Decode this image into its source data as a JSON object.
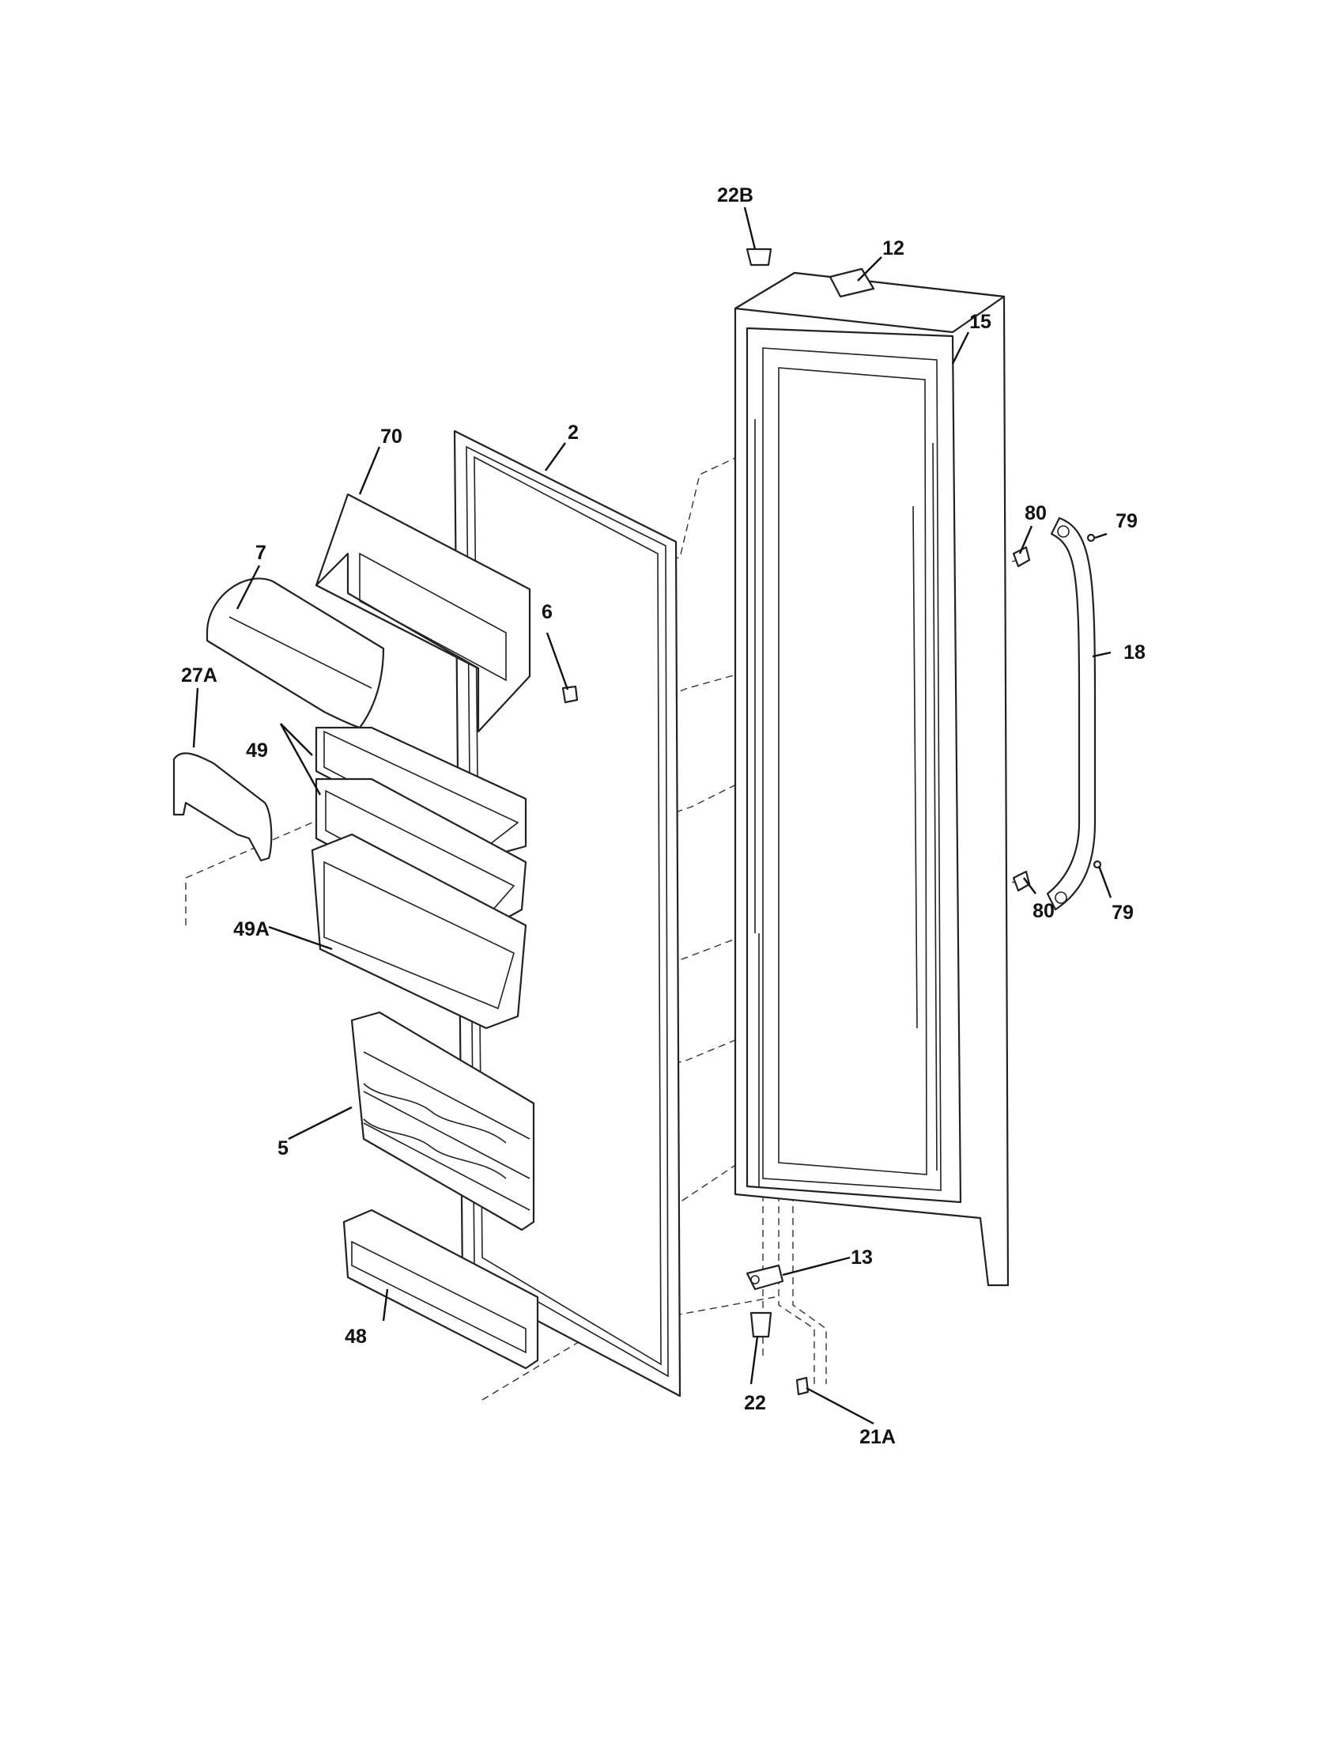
{
  "callouts": [
    {
      "id": "label-22b",
      "text": "22B"
    },
    {
      "id": "label-12",
      "text": "12"
    },
    {
      "id": "label-15",
      "text": "15"
    },
    {
      "id": "label-70",
      "text": "70"
    },
    {
      "id": "label-2",
      "text": "2"
    },
    {
      "id": "label-80-top",
      "text": "80"
    },
    {
      "id": "label-79-top",
      "text": "79"
    },
    {
      "id": "label-7",
      "text": "7"
    },
    {
      "id": "label-6",
      "text": "6"
    },
    {
      "id": "label-27a",
      "text": "27A"
    },
    {
      "id": "label-18",
      "text": "18"
    },
    {
      "id": "label-49",
      "text": "49"
    },
    {
      "id": "label-80-bottom",
      "text": "80"
    },
    {
      "id": "label-79-bottom",
      "text": "79"
    },
    {
      "id": "label-49a",
      "text": "49A"
    },
    {
      "id": "label-5",
      "text": "5"
    },
    {
      "id": "label-13",
      "text": "13"
    },
    {
      "id": "label-48",
      "text": "48"
    },
    {
      "id": "label-22",
      "text": "22"
    },
    {
      "id": "label-21a",
      "text": "21A"
    }
  ]
}
